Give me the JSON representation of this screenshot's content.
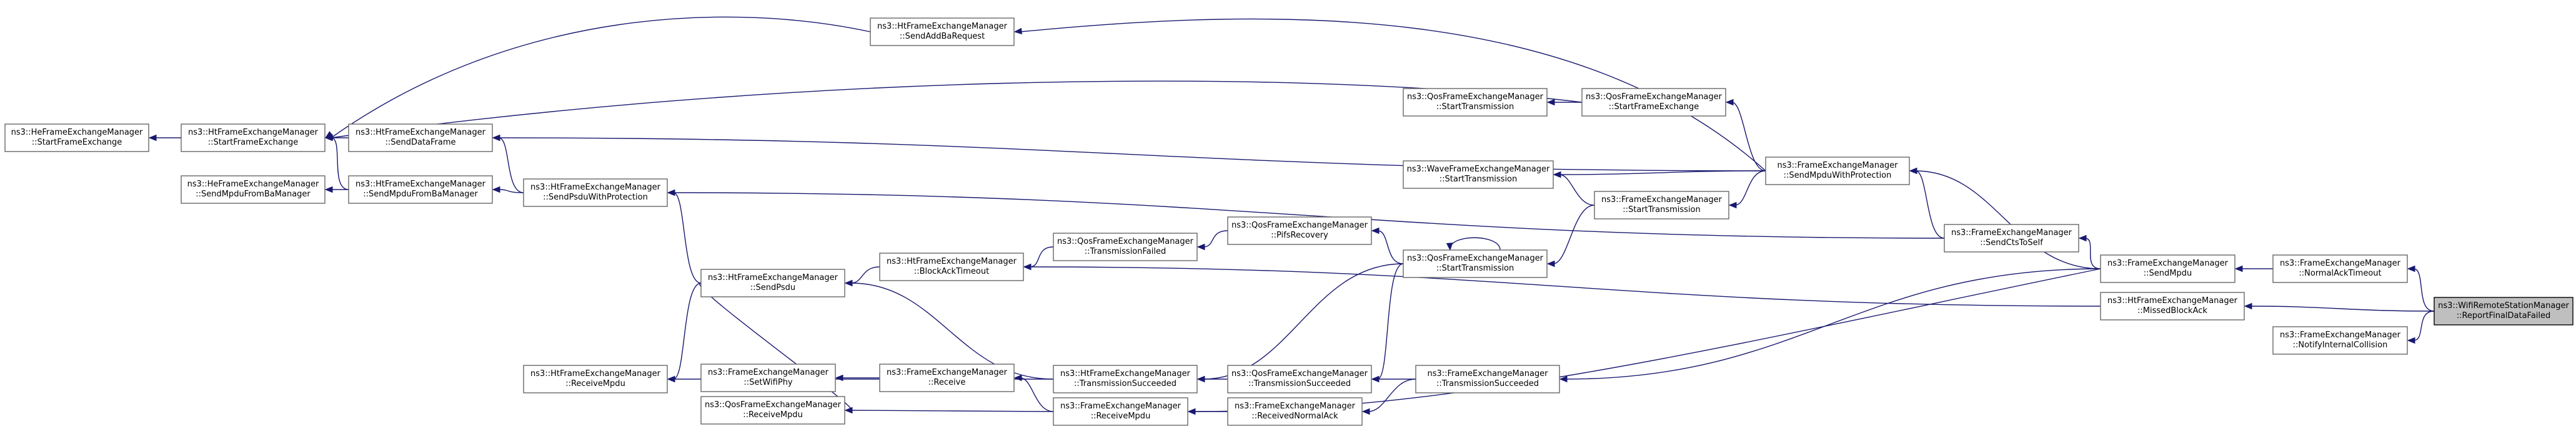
{
  "nodes": [
    {
      "id": "heStartFrameExchange",
      "lines": [
        "ns3::HeFrameExchangeManager",
        "::StartFrameExchange"
      ]
    },
    {
      "id": "htStartFrameExchange",
      "lines": [
        "ns3::HtFrameExchangeManager",
        "::StartFrameExchange"
      ]
    },
    {
      "id": "htSendAddBaRequest",
      "lines": [
        "ns3::HtFrameExchangeManager",
        "::SendAddBaRequest"
      ]
    },
    {
      "id": "htSendDataFrame",
      "lines": [
        "ns3::HtFrameExchangeManager",
        "::SendDataFrame"
      ]
    },
    {
      "id": "heSendMpduFromBaManager",
      "lines": [
        "ns3::HeFrameExchangeManager",
        "::SendMpduFromBaManager"
      ]
    },
    {
      "id": "htSendMpduFromBaManager",
      "lines": [
        "ns3::HtFrameExchangeManager",
        "::SendMpduFromBaManager"
      ]
    },
    {
      "id": "htSendPsduWithProtection",
      "lines": [
        "ns3::HtFrameExchangeManager",
        "::SendPsduWithProtection"
      ]
    },
    {
      "id": "htSendPsdu",
      "lines": [
        "ns3::HtFrameExchangeManager",
        "::SendPsdu"
      ]
    },
    {
      "id": "htReceiveMpdu",
      "lines": [
        "ns3::HtFrameExchangeManager",
        "::ReceiveMpdu"
      ]
    },
    {
      "id": "feSetWifiPhy",
      "lines": [
        "ns3::FrameExchangeManager",
        "::SetWifiPhy"
      ]
    },
    {
      "id": "feReceive",
      "lines": [
        "ns3::FrameExchangeManager",
        "::Receive"
      ]
    },
    {
      "id": "qosReceiveMpdu",
      "lines": [
        "ns3::QosFrameExchangeManager",
        "::ReceiveMpdu"
      ]
    },
    {
      "id": "htBlockAckTimeout",
      "lines": [
        "ns3::HtFrameExchangeManager",
        "::BlockAckTimeout"
      ]
    },
    {
      "id": "htTransmissionSucceeded",
      "lines": [
        "ns3::HtFrameExchangeManager",
        "::TransmissionSucceeded"
      ]
    },
    {
      "id": "feReceiveMpdu",
      "lines": [
        "ns3::FrameExchangeManager",
        "::ReceiveMpdu"
      ]
    },
    {
      "id": "qosTransmissionFailed",
      "lines": [
        "ns3::QosFrameExchangeManager",
        "::TransmissionFailed"
      ]
    },
    {
      "id": "qosPifsRecovery",
      "lines": [
        "ns3::QosFrameExchangeManager",
        "::PifsRecovery"
      ]
    },
    {
      "id": "qosStartTransmissionA",
      "lines": [
        "ns3::QosFrameExchangeManager",
        "::StartTransmission"
      ]
    },
    {
      "id": "qosStartTransmissionMain",
      "lines": [
        "ns3::QosFrameExchangeManager",
        "::StartTransmission"
      ]
    },
    {
      "id": "waveStartTransmission",
      "lines": [
        "ns3::WaveFrameExchangeManager",
        "::StartTransmission"
      ]
    },
    {
      "id": "qosTransmissionSucceeded",
      "lines": [
        "ns3::QosFrameExchangeManager",
        "::TransmissionSucceeded"
      ]
    },
    {
      "id": "feReceivedNormalAck",
      "lines": [
        "ns3::FrameExchangeManager",
        "::ReceivedNormalAck"
      ]
    },
    {
      "id": "qosStartFrameExchange",
      "lines": [
        "ns3::QosFrameExchangeManager",
        "::StartFrameExchange"
      ]
    },
    {
      "id": "feStartTransmission",
      "lines": [
        "ns3::FrameExchangeManager",
        "::StartTransmission"
      ]
    },
    {
      "id": "feTransmissionSucceeded",
      "lines": [
        "ns3::FrameExchangeManager",
        "::TransmissionSucceeded"
      ]
    },
    {
      "id": "feSendMpduWithProtection",
      "lines": [
        "ns3::FrameExchangeManager",
        "::SendMpduWithProtection"
      ]
    },
    {
      "id": "feSendCtsToSelf",
      "lines": [
        "ns3::FrameExchangeManager",
        "::SendCtsToSelf"
      ]
    },
    {
      "id": "feSendMpdu",
      "lines": [
        "ns3::FrameExchangeManager",
        "::SendMpdu"
      ]
    },
    {
      "id": "htMissedBlockAck",
      "lines": [
        "ns3::HtFrameExchangeManager",
        "::MissedBlockAck"
      ]
    },
    {
      "id": "feNormalAckTimeout",
      "lines": [
        "ns3::FrameExchangeManager",
        "::NormalAckTimeout"
      ]
    },
    {
      "id": "feNotifyInternalCollision",
      "lines": [
        "ns3::FrameExchangeManager",
        "::NotifyInternalCollision"
      ]
    },
    {
      "id": "wrsmReportFinalDataFailed",
      "lines": [
        "ns3::WifiRemoteStationManager",
        "::ReportFinalDataFailed"
      ],
      "focus": true
    }
  ],
  "edges": [
    [
      "htStartFrameExchange",
      "heStartFrameExchange"
    ],
    [
      "htSendAddBaRequest",
      "htStartFrameExchange"
    ],
    [
      "htSendDataFrame",
      "htStartFrameExchange"
    ],
    [
      "htSendMpduFromBaManager",
      "htStartFrameExchange"
    ],
    [
      "qosStartFrameExchange",
      "htStartFrameExchange"
    ],
    [
      "htSendMpduFromBaManager",
      "heSendMpduFromBaManager"
    ],
    [
      "htSendPsduWithProtection",
      "htSendDataFrame"
    ],
    [
      "htSendPsduWithProtection",
      "htSendMpduFromBaManager"
    ],
    [
      "htSendPsdu",
      "htSendPsduWithProtection"
    ],
    [
      "htSendPsdu",
      "htReceiveMpdu"
    ],
    [
      "htSendPsdu",
      "qosReceiveMpdu"
    ],
    [
      "htBlockAckTimeout",
      "htSendPsdu"
    ],
    [
      "htTransmissionSucceeded",
      "htReceiveMpdu"
    ],
    [
      "htTransmissionSucceeded",
      "htSendPsdu"
    ],
    [
      "feReceive",
      "feSetWifiPhy"
    ],
    [
      "feReceiveMpdu",
      "feReceive"
    ],
    [
      "feReceiveMpdu",
      "qosReceiveMpdu"
    ],
    [
      "qosTransmissionFailed",
      "htBlockAckTimeout"
    ],
    [
      "qosPifsRecovery",
      "qosTransmissionFailed"
    ],
    [
      "qosStartTransmissionMain",
      "qosPifsRecovery"
    ],
    [
      "qosStartTransmissionMain",
      "qosStartTransmissionMain"
    ],
    [
      "qosStartTransmissionMain",
      "htTransmissionSucceeded"
    ],
    [
      "qosStartTransmissionMain",
      "qosTransmissionSucceeded"
    ],
    [
      "qosTransmissionSucceeded",
      "htTransmissionSucceeded"
    ],
    [
      "feTransmissionSucceeded",
      "qosTransmissionSucceeded"
    ],
    [
      "feTransmissionSucceeded",
      "feReceivedNormalAck"
    ],
    [
      "feReceivedNormalAck",
      "feReceiveMpdu"
    ],
    [
      "qosStartFrameExchange",
      "qosStartTransmissionA"
    ],
    [
      "feStartTransmission",
      "waveStartTransmission"
    ],
    [
      "feStartTransmission",
      "qosStartTransmissionMain"
    ],
    [
      "feSendMpduWithProtection",
      "htSendAddBaRequest"
    ],
    [
      "feSendMpduWithProtection",
      "htSendDataFrame"
    ],
    [
      "feSendMpduWithProtection",
      "qosStartFrameExchange"
    ],
    [
      "feSendMpduWithProtection",
      "waveStartTransmission"
    ],
    [
      "feSendMpduWithProtection",
      "feStartTransmission"
    ],
    [
      "feSendCtsToSelf",
      "feSendMpduWithProtection"
    ],
    [
      "feSendCtsToSelf",
      "htSendPsduWithProtection"
    ],
    [
      "feSendMpdu",
      "feSendMpduWithProtection"
    ],
    [
      "feSendMpdu",
      "feSendCtsToSelf"
    ],
    [
      "feSendMpdu",
      "feTransmissionSucceeded"
    ],
    [
      "feSendMpdu",
      "feReceiveMpdu"
    ],
    [
      "htMissedBlockAck",
      "htBlockAckTimeout"
    ],
    [
      "feNormalAckTimeout",
      "feSendMpdu"
    ],
    [
      "wrsmReportFinalDataFailed",
      "feNormalAckTimeout"
    ],
    [
      "wrsmReportFinalDataFailed",
      "htMissedBlockAck"
    ],
    [
      "wrsmReportFinalDataFailed",
      "feNotifyInternalCollision"
    ]
  ]
}
